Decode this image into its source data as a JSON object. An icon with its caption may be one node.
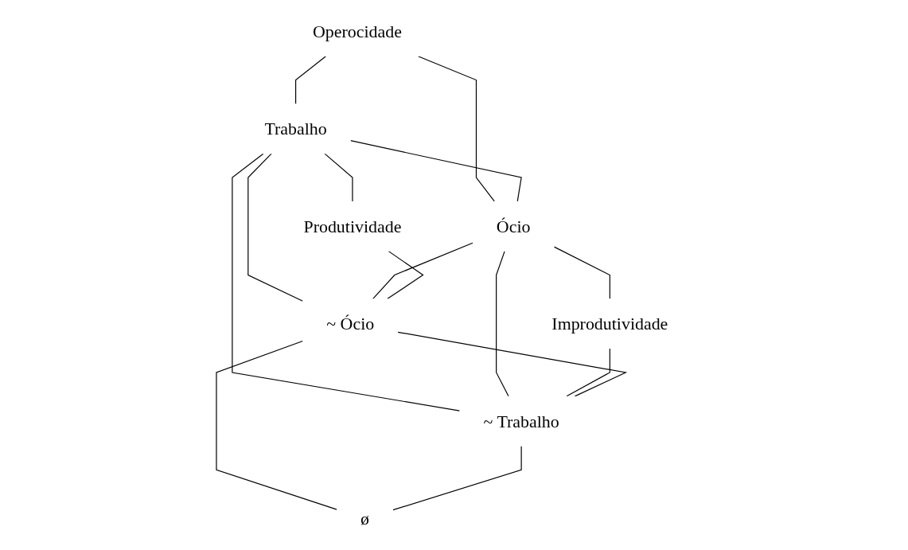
{
  "diagram": {
    "nodes": [
      {
        "text": [
          "Operocidade"
        ]
      },
      {
        "text": [
          "Trabalho"
        ]
      },
      {
        "text": [
          "Ócio"
        ]
      },
      {
        "text": [
          "Produtividade"
        ]
      },
      {
        "text": [
          "Improdutividade"
        ]
      },
      {
        "text": [
          "~ Ócio"
        ]
      },
      {
        "text": [
          "~ Trabalho"
        ]
      },
      {
        "text": [
          "ø"
        ]
      }
    ],
    "edges": [
      {
        "from": 0,
        "to": 1,
        "arrow": "none"
      },
      {
        "from": 0,
        "to": 2,
        "arrow": "none"
      },
      {
        "from": 1,
        "to": 2,
        "arrow": "none"
      },
      {
        "from": 1,
        "to": 3,
        "arrow": "none"
      },
      {
        "from": 2,
        "to": 4,
        "arrow": "none"
      },
      {
        "from": 1,
        "to": 5,
        "arrow": "none"
      },
      {
        "from": 1,
        "to": 6,
        "arrow": "none"
      },
      {
        "from": 2,
        "to": 5,
        "arrow": "none"
      },
      {
        "from": 2,
        "to": 6,
        "arrow": "none"
      },
      {
        "from": 3,
        "to": 5,
        "arrow": "none"
      },
      {
        "from": 4,
        "to": 6,
        "arrow": "none"
      },
      {
        "from": 5,
        "to": 6,
        "arrow": "none"
      },
      {
        "from": 5,
        "to": 7,
        "arrow": "none"
      },
      {
        "from": 6,
        "to": 7,
        "arrow": "none"
      }
    ]
  }
}
